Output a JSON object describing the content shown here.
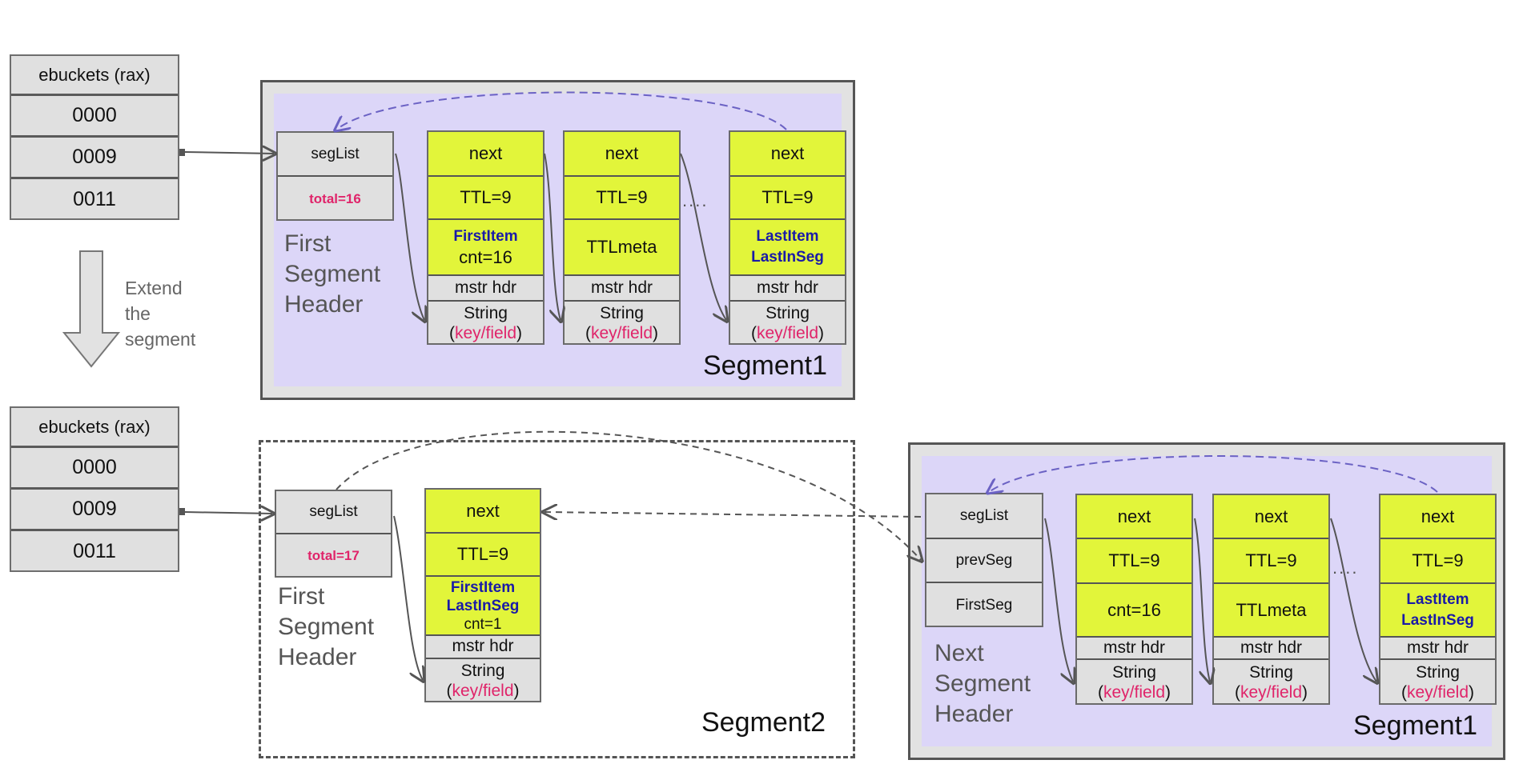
{
  "top": {
    "ebuckets": {
      "title": "ebuckets (rax)",
      "rows": [
        "0000",
        "0009",
        "0011"
      ]
    },
    "extend_label": [
      "Extend",
      "the",
      "segment"
    ],
    "segment": {
      "label": "Segment1",
      "header_caption": [
        "First",
        "Segment",
        "Header"
      ],
      "header": {
        "seglist": "segList",
        "total": "total=16"
      },
      "items": [
        {
          "next": "next",
          "ttl": "TTL=9",
          "meta": [
            "FirstItem",
            "cnt=16"
          ],
          "meta_blue": [
            true,
            false
          ],
          "mstr": "mstr hdr",
          "string": "String",
          "kf": "key/field"
        },
        {
          "next": "next",
          "ttl": "TTL=9",
          "meta": [
            "TTLmeta"
          ],
          "meta_blue": [
            false
          ],
          "mstr": "mstr hdr",
          "string": "String",
          "kf": "key/field"
        },
        {
          "next": "next",
          "ttl": "TTL=9",
          "meta": [
            "LastItem",
            "LastInSeg"
          ],
          "meta_blue": [
            true,
            true
          ],
          "mstr": "mstr hdr",
          "string": "String",
          "kf": "key/field"
        }
      ],
      "ellipsis": "...."
    }
  },
  "bottom": {
    "ebuckets": {
      "title": "ebuckets (rax)",
      "rows": [
        "0000",
        "0009",
        "0011"
      ]
    },
    "segment2": {
      "label": "Segment2",
      "header_caption": [
        "First",
        "Segment",
        "Header"
      ],
      "header": {
        "seglist": "segList",
        "total": "total=17"
      },
      "item": {
        "next": "next",
        "ttl": "TTL=9",
        "meta": [
          "FirstItem",
          "LastInSeg",
          "cnt=1"
        ],
        "mstr": "mstr hdr",
        "string": "String",
        "kf": "key/field"
      }
    },
    "segment1": {
      "label": "Segment1",
      "header_caption": [
        "Next",
        "Segment",
        "Header"
      ],
      "header": {
        "seglist": "segList",
        "prevseg": "prevSeg",
        "firstseg": "FirstSeg"
      },
      "items": [
        {
          "next": "next",
          "ttl": "TTL=9",
          "meta": [
            "cnt=16"
          ],
          "mstr": "mstr hdr",
          "string": "String",
          "kf": "key/field"
        },
        {
          "next": "next",
          "ttl": "TTL=9",
          "meta": [
            "TTLmeta"
          ],
          "mstr": "mstr hdr",
          "string": "String",
          "kf": "key/field"
        },
        {
          "next": "next",
          "ttl": "TTL=9",
          "meta": [
            "LastItem",
            "LastInSeg"
          ],
          "mstr": "mstr hdr",
          "string": "String",
          "kf": "key/field"
        }
      ],
      "ellipsis": "...."
    }
  },
  "colors": {
    "segment_fill": "#dcd6f8",
    "item_fill": "#e2f53a",
    "cell_fill": "#e0e0e0",
    "highlight_red": "#e0246a",
    "highlight_blue": "#1a1aa8"
  }
}
